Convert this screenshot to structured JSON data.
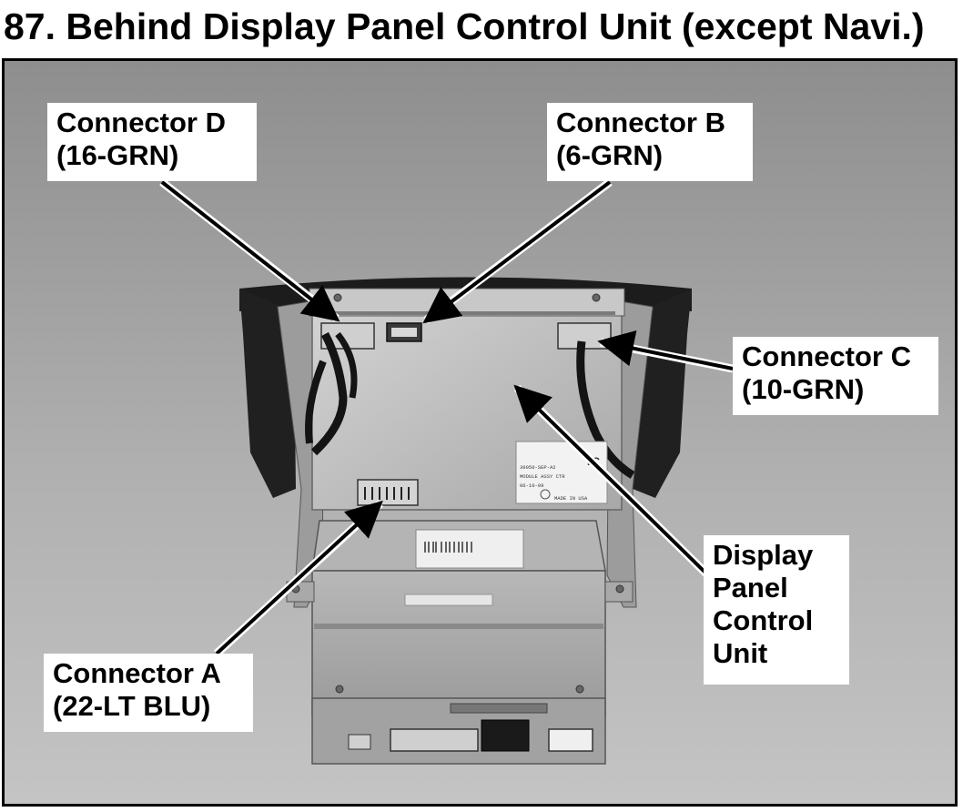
{
  "title": "87. Behind Display Panel Control Unit (except Navi.)",
  "callouts": {
    "connector_d": "Connector D\n(16-GRN)",
    "connector_b": "Connector B\n(6-GRN)",
    "connector_c": "Connector C\n(10-GRN)",
    "connector_a": "Connector A\n(22-LT BLU)",
    "display_unit": "Display\nPanel\nControl\nUnit"
  },
  "label_text": {
    "part_no": "39050-SEP-A2",
    "module": "MODULE ASSY CTR",
    "date": "06-10-09",
    "made_in": "MADE IN USA",
    "logo": "TC"
  }
}
